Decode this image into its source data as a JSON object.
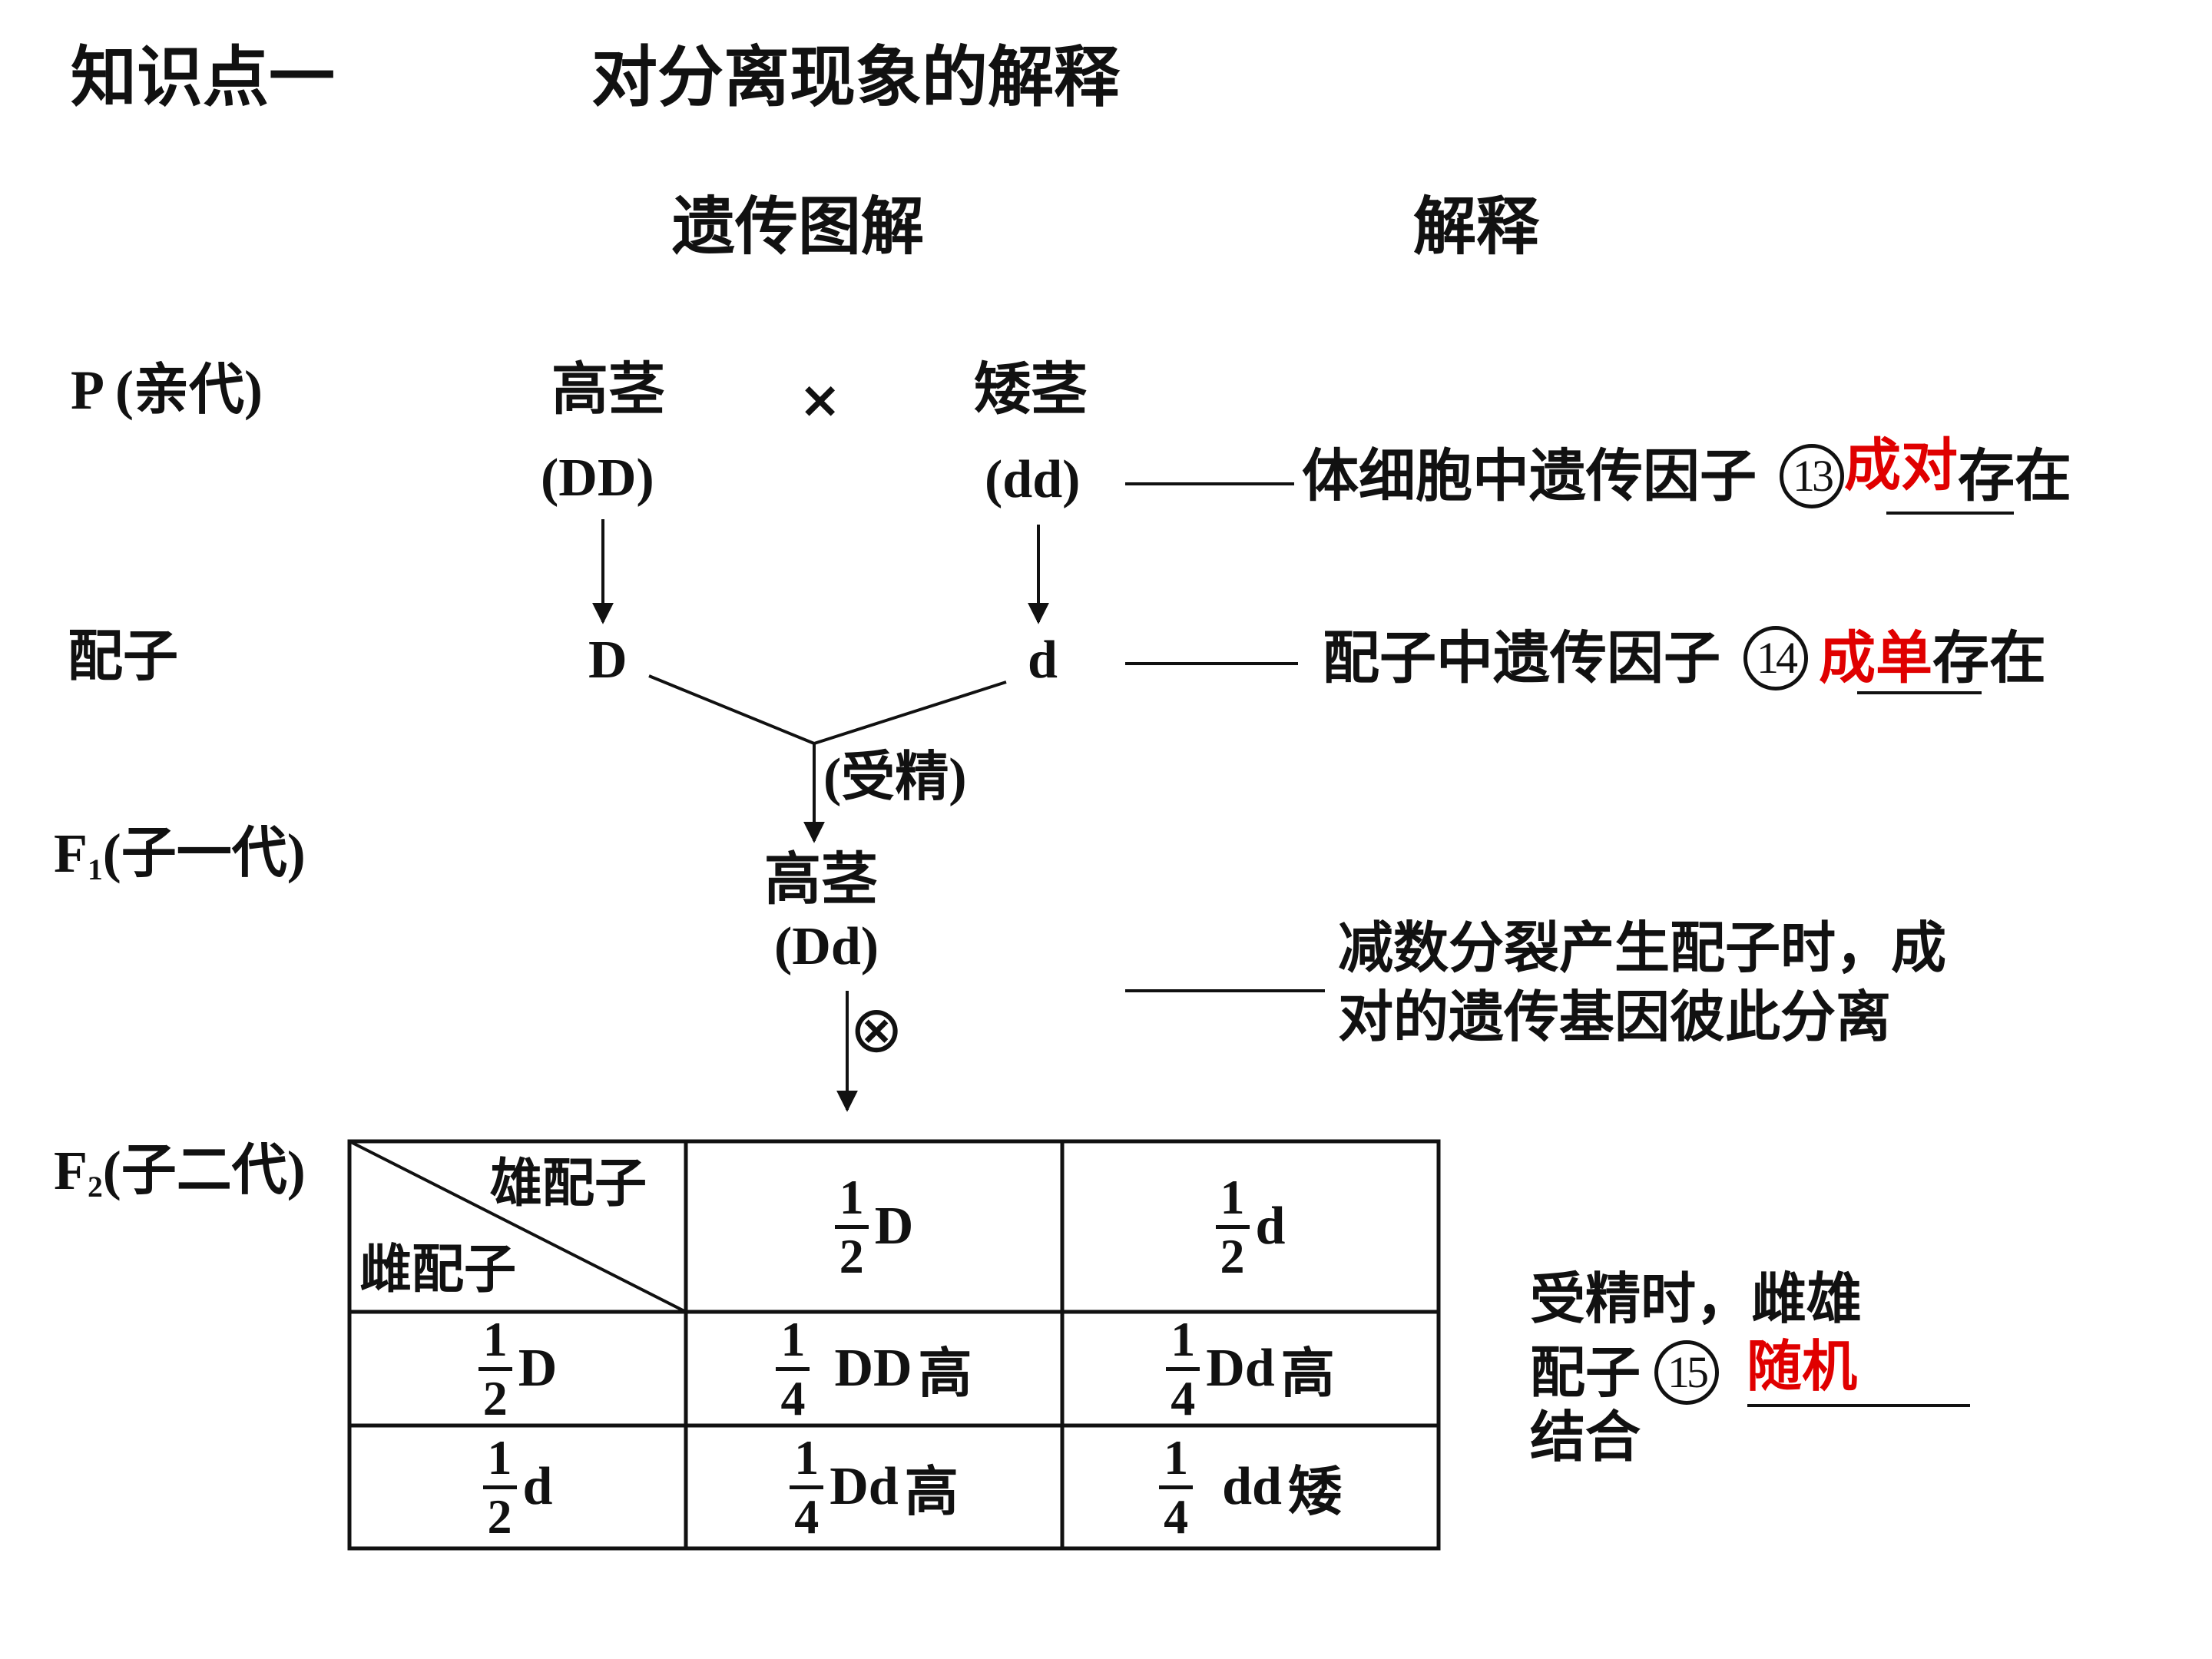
{
  "heading": {
    "label": "知识点一",
    "topic": "对分离现象的解释"
  },
  "columns": {
    "diagram": "遗传图解",
    "explanation": "解释"
  },
  "rows": {
    "p": "P (亲代)",
    "gamete": "配子",
    "f1_main": "F",
    "f1_sub": "1",
    "f1_rest": "(子一代)",
    "f2_main": "F",
    "f2_sub": "2",
    "f2_rest": "(子二代)"
  },
  "parents": {
    "tall": "高茎",
    "tall_genotype": "(DD)",
    "cross": "×",
    "short": "矮茎",
    "short_genotype": "(dd)"
  },
  "gametes": {
    "D": "D",
    "d": "d"
  },
  "fertilization": "(受精)",
  "f1": {
    "phenotype": "高茎",
    "genotype": "(Dd)",
    "selfing": "⊗"
  },
  "explanations": {
    "e13": {
      "text": "体细胞中遗传因子",
      "num": "13",
      "answer": "成对",
      "suffix": "存在"
    },
    "e14": {
      "text": "配子中遗传因子",
      "num": "14",
      "answer": "成单",
      "suffix": "存在"
    },
    "meiosis_line1": "减数分裂产生配子时，成",
    "meiosis_line2": "对的遗传基因彼此分离",
    "e15": {
      "line1": "受精时，雌雄",
      "line2": "配子",
      "num": "15",
      "answer": "随机",
      "line3": "结合"
    }
  },
  "punnett": {
    "male_header": "雄配子",
    "female_header": "雌配子",
    "col_headers": [
      {
        "num": "1",
        "den": "2",
        "allele": "D"
      },
      {
        "num": "1",
        "den": "2",
        "allele": "d"
      }
    ],
    "row_headers": [
      {
        "num": "1",
        "den": "2",
        "allele": "D"
      },
      {
        "num": "1",
        "den": "2",
        "allele": "d"
      }
    ],
    "cells": [
      [
        {
          "num": "1",
          "den": "4",
          "genotype": "DD",
          "phenotype": "高"
        },
        {
          "num": "1",
          "den": "4",
          "genotype": "Dd",
          "phenotype": "高"
        }
      ],
      [
        {
          "num": "1",
          "den": "4",
          "genotype": "Dd",
          "phenotype": "高"
        },
        {
          "num": "1",
          "den": "4",
          "genotype": "dd",
          "phenotype": "矮"
        }
      ]
    ]
  }
}
